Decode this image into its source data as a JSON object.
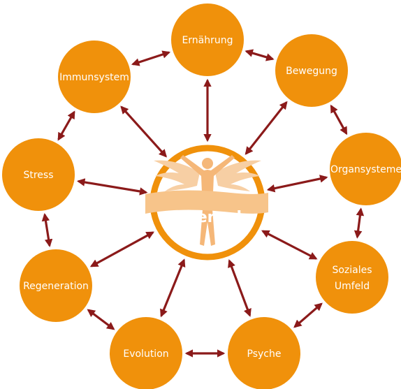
{
  "colors": {
    "node": "#f0910b",
    "arrow": "#8b1a1a",
    "center_ring": "#f0910b",
    "center_band": "#f7c48a",
    "figure": "#f5b778",
    "wings": "#f7cfa4"
  },
  "center": {
    "label": "Mensch",
    "icon": "winged-human-figure-icon"
  },
  "nodes": [
    {
      "id": "ernaehrung",
      "label": "Ernährung"
    },
    {
      "id": "bewegung",
      "label": "Bewegung"
    },
    {
      "id": "organsysteme",
      "label": "Organsysteme"
    },
    {
      "id": "soziales-umfeld",
      "label": "Soziales",
      "label2": "Umfeld"
    },
    {
      "id": "psyche",
      "label": "Psyche"
    },
    {
      "id": "evolution",
      "label": "Evolution"
    },
    {
      "id": "regeneration",
      "label": "Regeneration"
    },
    {
      "id": "stress",
      "label": "Stress"
    },
    {
      "id": "immunsystem",
      "label": "Immunsystem"
    }
  ],
  "connections": {
    "ring": [
      [
        "ernaehrung",
        "bewegung"
      ],
      [
        "bewegung",
        "organsysteme"
      ],
      [
        "organsysteme",
        "soziales-umfeld"
      ],
      [
        "soziales-umfeld",
        "psyche"
      ],
      [
        "psyche",
        "evolution"
      ],
      [
        "evolution",
        "regeneration"
      ],
      [
        "regeneration",
        "stress"
      ],
      [
        "stress",
        "immunsystem"
      ],
      [
        "immunsystem",
        "ernaehrung"
      ]
    ],
    "to_center": [
      "ernaehrung",
      "bewegung",
      "organsysteme",
      "soziales-umfeld",
      "psyche",
      "evolution",
      "regeneration",
      "stress",
      "immunsystem"
    ]
  }
}
